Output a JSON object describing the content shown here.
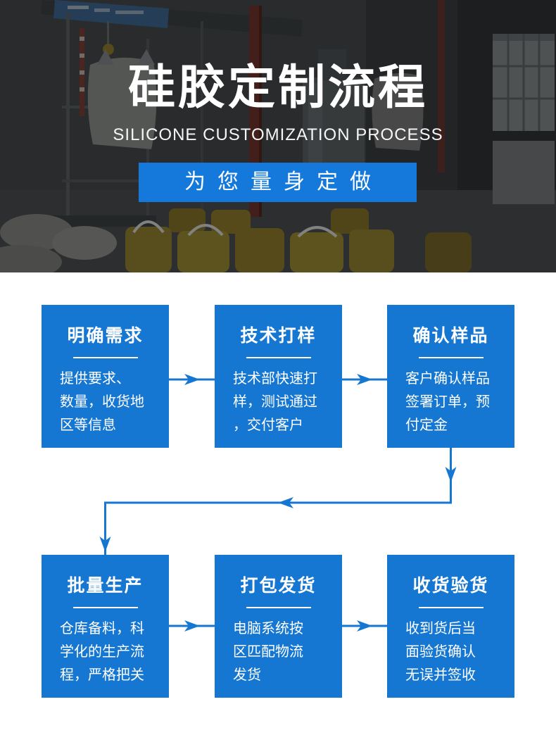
{
  "colors": {
    "accent": "#1577d2",
    "banner": "#1479da"
  },
  "header": {
    "title": "硅胶定制流程",
    "subtitle": "SILICONE CUSTOMIZATION PROCESS",
    "tagline": "为您量身定做"
  },
  "flow": {
    "steps": [
      {
        "title": "明确需求",
        "body": "提供要求、\n数量，收货地\n区等信息"
      },
      {
        "title": "技术打样",
        "body": "技术部快速打\n样，测试通过\n，交付客户"
      },
      {
        "title": "确认样品",
        "body": "客户确认样品\n签署订单，预\n付定金"
      },
      {
        "title": "批量生产",
        "body": "仓库备料，科\n学化的生产流\n程，严格把关"
      },
      {
        "title": "打包发货",
        "body": "电脑系统按\n区匹配物流\n发货"
      },
      {
        "title": "收货验货",
        "body": "收到货后当\n面验货确认\n无误并签收"
      }
    ]
  }
}
